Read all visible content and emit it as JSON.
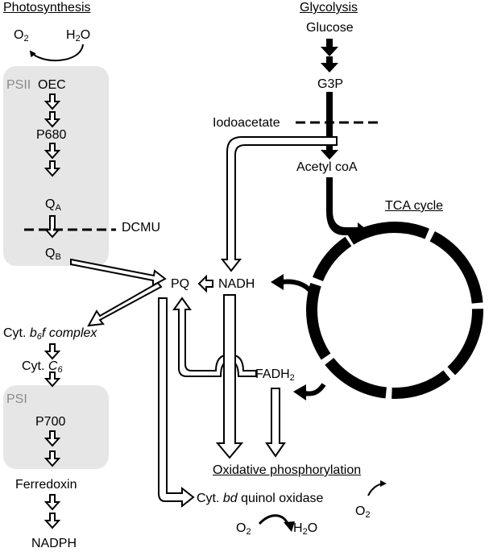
{
  "headers": {
    "photosynthesis": "Photosynthesis",
    "glycolysis": "Glycolysis",
    "tca_cycle": "TCA cycle",
    "oxphos": "Oxidative phosphorylation"
  },
  "nodes": {
    "o2_left": "O",
    "o2_left_sub": "2",
    "h2o_top_h": "H",
    "h2o_top_sub": "2",
    "h2o_top_o": "O",
    "psii": "PSII",
    "oec": "OEC",
    "p680": "P680",
    "qa": "Q",
    "qa_sub": "A",
    "dcmu": "DCMU",
    "qb": "Q",
    "qb_sub": "B",
    "pq": "PQ",
    "nadh": "NADH",
    "cytb6f_a": "Cyt. ",
    "cytb6f_b": "b",
    "cytb6f_b_sub": "6",
    "cytb6f_c": "f complex",
    "cytc6_a": "Cyt. ",
    "cytc6_b": "C",
    "cytc6_sub": "6",
    "psi": "PSI",
    "p700": "P700",
    "ferredoxin": "Ferredoxin",
    "nadph": "NADPH",
    "glucose": "Glucose",
    "g3p": "G3P",
    "iodoacetate": "Iodoacetate",
    "acetyl_coa": "Acetyl coA",
    "fadh2": "FADH",
    "fadh2_sub": "2",
    "cytbd_a": "Cyt. ",
    "cytbd_b": "bd",
    "cytbd_c": " quinol oxidase",
    "o2_right": "O",
    "o2_right_sub": "2",
    "o2_bottom": "O",
    "o2_bottom_sub": "2",
    "h2o_bottom_h": "H",
    "h2o_bottom_sub": "2",
    "h2o_bottom_o": "O"
  },
  "colors": {
    "inhibitor_box": "#e6e6e6",
    "arrow_solid": "#000000",
    "arrow_hollow_fill": "#ffffff",
    "box_label_text": "#8a8a8a"
  }
}
